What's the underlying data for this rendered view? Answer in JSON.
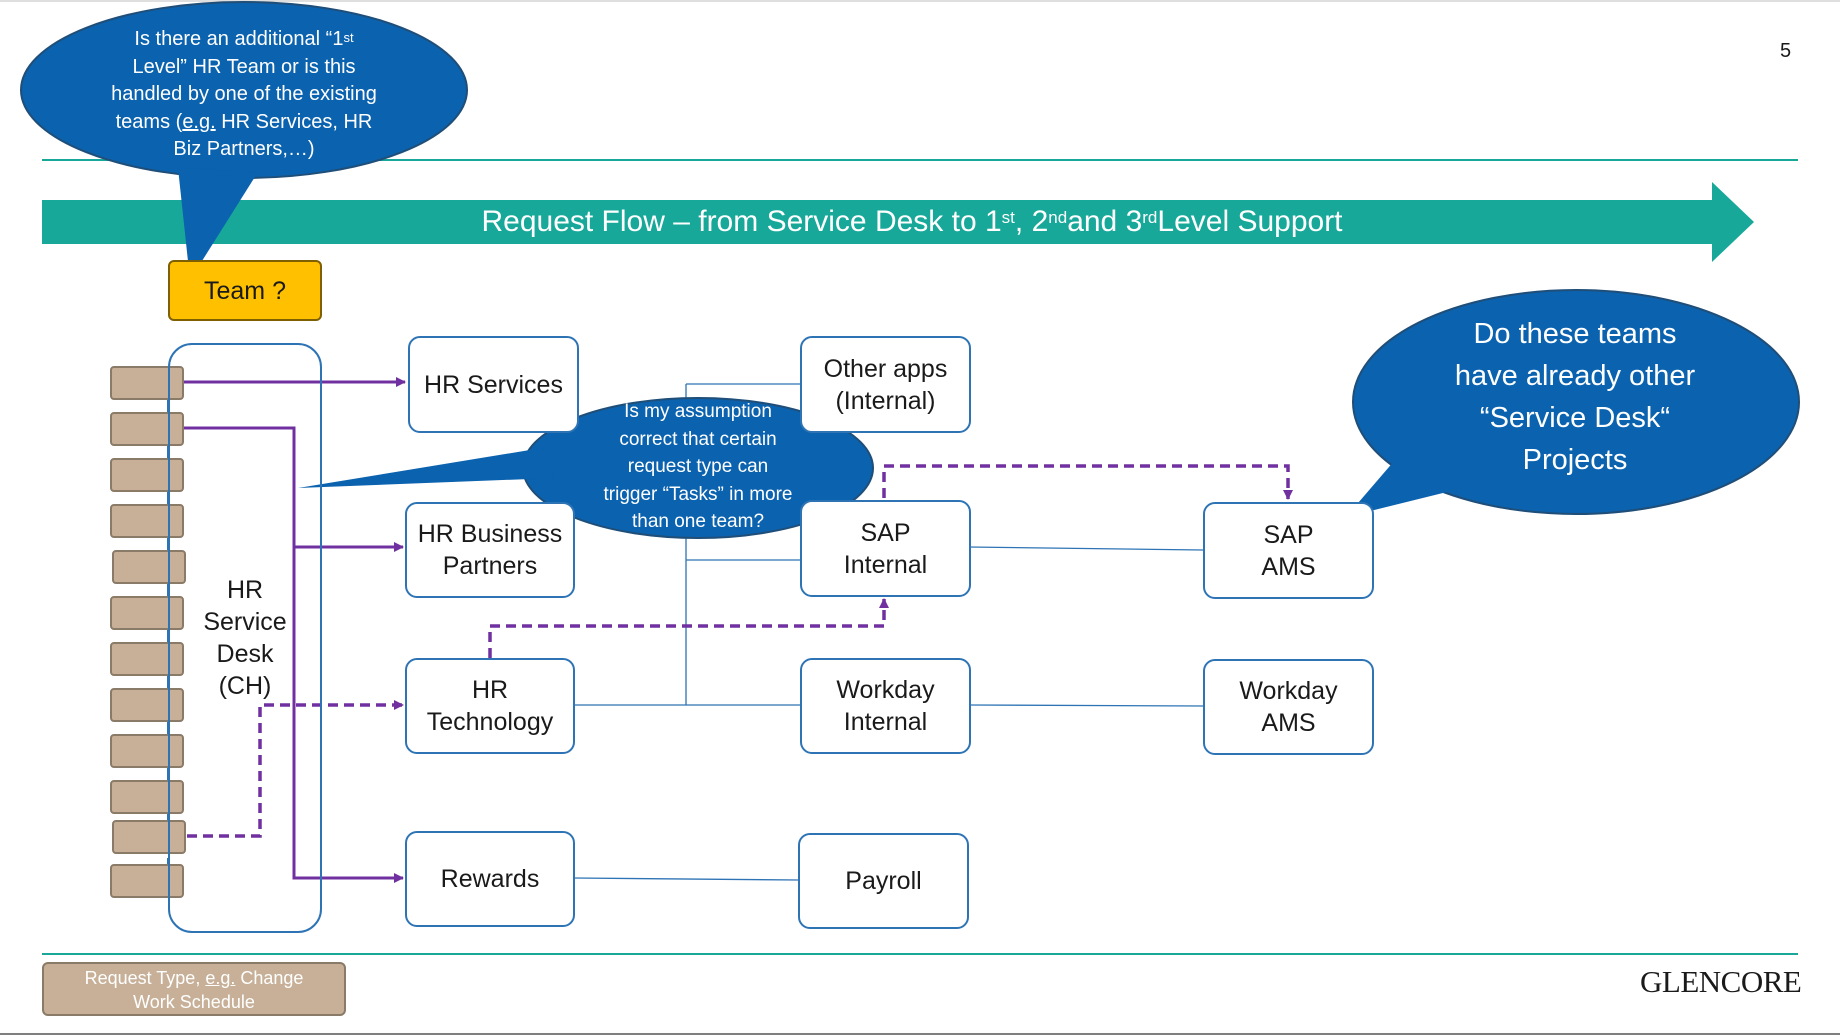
{
  "page_number": "5",
  "header": {
    "flow_title_a": "Request Flow – from Service Desk to 1",
    "flow_sup_1": "st",
    "flow_title_b": ", 2",
    "flow_sup_2": "nd",
    "flow_title_c": " and 3",
    "flow_sup_3": "rd",
    "flow_title_d": " Level Support"
  },
  "callouts": {
    "top_left": {
      "line1_a": "Is there an additional “1",
      "line1_sup": "st",
      "line2": "Level” HR Team or is this",
      "line3": "handled by one of the existing",
      "line4_a": "teams (",
      "line4_u": "e.g.",
      "line4_b": " HR Services, HR",
      "line5": "Biz Partners,…)"
    },
    "middle": {
      "lines": [
        "Is my assumption",
        "correct that certain",
        "request type can",
        "trigger “Tasks” in more",
        "than one team?"
      ]
    },
    "right": {
      "lines": [
        "Do these teams",
        "have already other",
        "“Service Desk“",
        "Projects"
      ]
    }
  },
  "nodes": {
    "team_unknown": "Team ?",
    "hr_service_desk": "HR\nService\nDesk\n(CH)",
    "hr_services": "HR Services",
    "hr_business_partners": "HR Business\nPartners",
    "hr_technology": "HR\nTechnology",
    "rewards": "Rewards",
    "other_apps": "Other apps\n(Internal)",
    "sap_internal": "SAP\nInternal",
    "workday_internal": "Workday\nInternal",
    "payroll": "Payroll",
    "sap_ams": "SAP\nAMS",
    "workday_ams": "Workday\nAMS"
  },
  "legend": {
    "line1_a": "Request Type, ",
    "line1_u": "e.g.",
    "line1_b": " Change",
    "line2": "Work Schedule"
  },
  "logo_text": "GLENCORE",
  "colors": {
    "teal": "#17A89A",
    "callout_blue": "#0B62AE",
    "box_border": "#2E74B5",
    "team_yellow": "#FFC000",
    "request_tan": "#C7B097",
    "flow_purple": "#7030A0"
  }
}
